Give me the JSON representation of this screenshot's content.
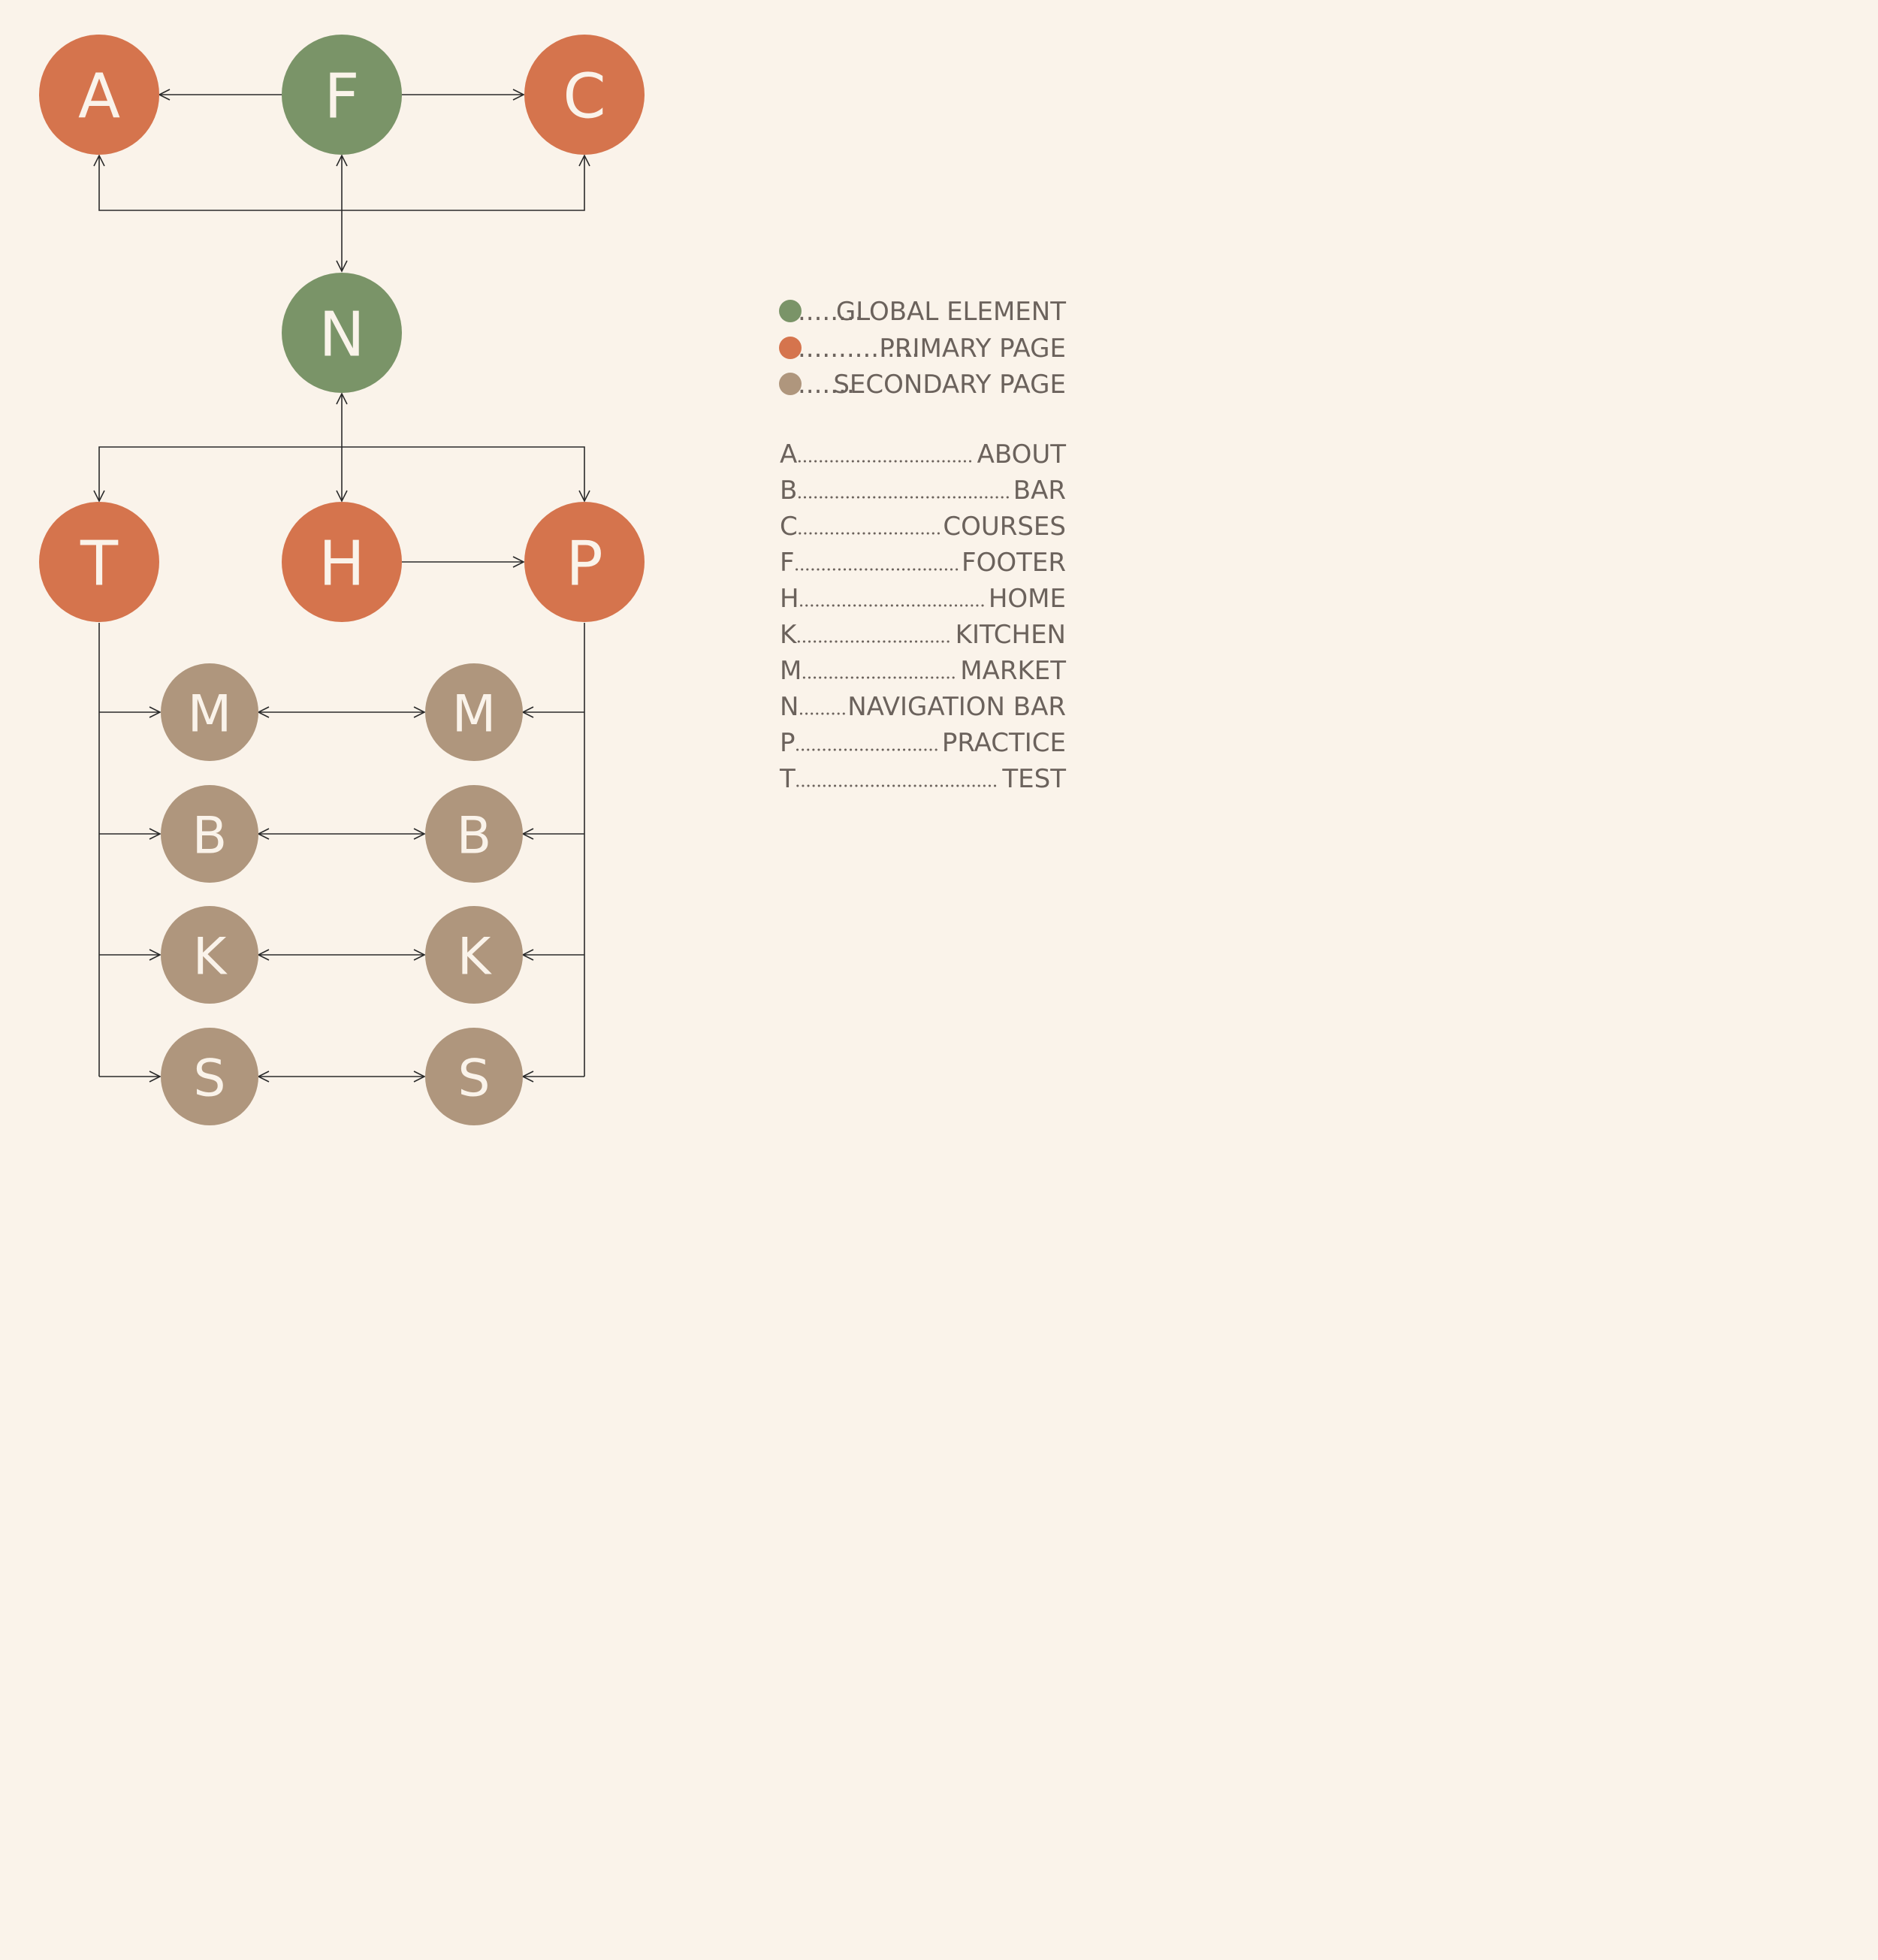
{
  "colors": {
    "global": "#7A9468",
    "primary": "#D5744D",
    "secondary": "#AF967D",
    "node_text": "#FAF3EA",
    "legend_text": "#6B625C",
    "line": "#2a2a2a"
  },
  "nodes": [
    {
      "id": "a-top",
      "letter": "A",
      "kind": "primary"
    },
    {
      "id": "f-top",
      "letter": "F",
      "kind": "global"
    },
    {
      "id": "c-top",
      "letter": "C",
      "kind": "primary"
    },
    {
      "id": "n-mid",
      "letter": "N",
      "kind": "global"
    },
    {
      "id": "t-main",
      "letter": "T",
      "kind": "primary"
    },
    {
      "id": "h-main",
      "letter": "H",
      "kind": "primary"
    },
    {
      "id": "p-main",
      "letter": "P",
      "kind": "primary"
    },
    {
      "id": "m-left",
      "letter": "M",
      "kind": "secondary"
    },
    {
      "id": "m-right",
      "letter": "M",
      "kind": "secondary"
    },
    {
      "id": "b-left",
      "letter": "B",
      "kind": "secondary"
    },
    {
      "id": "b-right",
      "letter": "B",
      "kind": "secondary"
    },
    {
      "id": "k-left",
      "letter": "K",
      "kind": "secondary"
    },
    {
      "id": "k-right",
      "letter": "K",
      "kind": "secondary"
    },
    {
      "id": "s-left",
      "letter": "S",
      "kind": "secondary"
    },
    {
      "id": "s-right",
      "letter": "S",
      "kind": "secondary"
    }
  ],
  "legend": [
    {
      "kind": "global",
      "dots": "........",
      "label": "GLOBAL ELEMENT"
    },
    {
      "kind": "primary",
      "dots": "...............",
      "label": "PRIMARY PAGE"
    },
    {
      "kind": "secondary",
      "dots": ".......",
      "label": "SECONDARY PAGE"
    }
  ],
  "key": [
    {
      "letter": "A",
      "name": "ABOUT"
    },
    {
      "letter": "B",
      "name": "BAR"
    },
    {
      "letter": "C",
      "name": "COURSES"
    },
    {
      "letter": "F",
      "name": "FOOTER"
    },
    {
      "letter": "H",
      "name": "HOME"
    },
    {
      "letter": "K",
      "name": "KITCHEN"
    },
    {
      "letter": "M",
      "name": "MARKET"
    },
    {
      "letter": "N",
      "name": "NAVIGATION BAR"
    },
    {
      "letter": "P",
      "name": "PRACTICE"
    },
    {
      "letter": "T",
      "name": "TEST"
    }
  ]
}
